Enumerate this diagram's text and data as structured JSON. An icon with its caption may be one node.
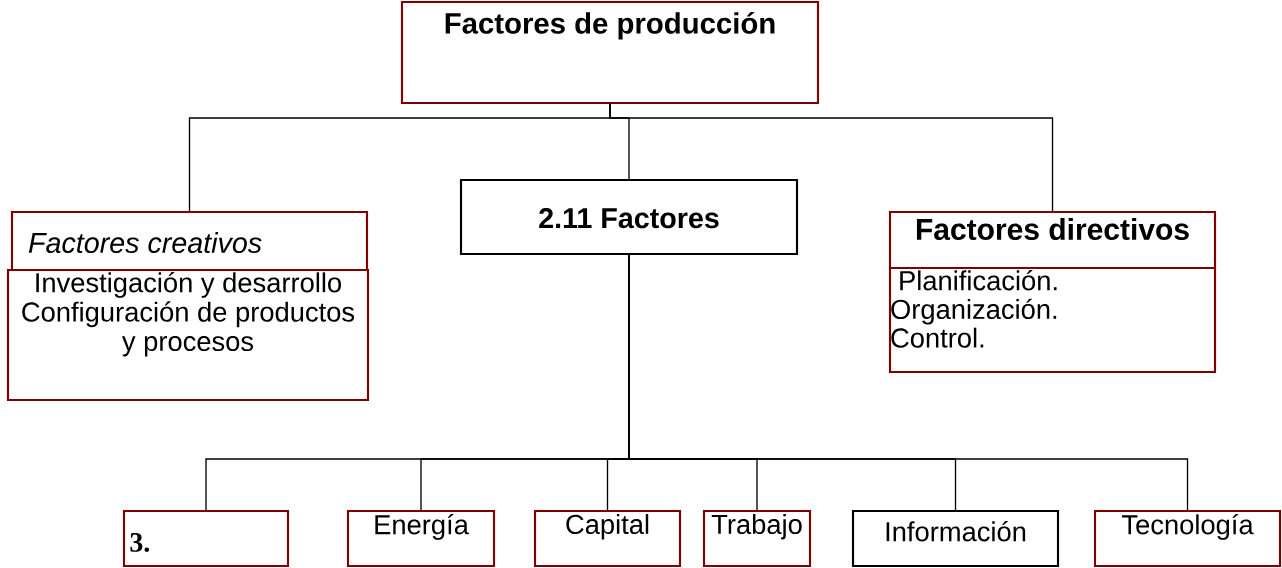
{
  "diagram": {
    "nodes": [
      {
        "text": [
          "Factores de producción"
        ]
      },
      {
        "text": [
          "Factores creativos"
        ]
      },
      {
        "text": [
          "Investigación y desarrollo Configuración de productos y procesos"
        ]
      },
      {
        "text": [
          "2.11 Factores"
        ]
      },
      {
        "text": [
          "Factores directivos"
        ]
      },
      {
        "text": [
          "Planificación. Organización. Control."
        ]
      },
      {
        "text": [
          "3."
        ]
      },
      {
        "text": [
          "Energía"
        ]
      },
      {
        "text": [
          "Capital"
        ]
      },
      {
        "text": [
          "Trabajo"
        ]
      },
      {
        "text": [
          "Información"
        ]
      },
      {
        "text": [
          "Tecnología"
        ]
      }
    ],
    "edges": [
      {
        "from": 0,
        "to": 1,
        "arrow": "none"
      },
      {
        "from": 0,
        "to": 3,
        "arrow": "none"
      },
      {
        "from": 0,
        "to": 4,
        "arrow": "none"
      },
      {
        "from": 3,
        "to": 6,
        "arrow": "none"
      },
      {
        "from": 3,
        "to": 7,
        "arrow": "none"
      },
      {
        "from": 3,
        "to": 8,
        "arrow": "none"
      },
      {
        "from": 3,
        "to": 9,
        "arrow": "none"
      },
      {
        "from": 3,
        "to": 10,
        "arrow": "none"
      },
      {
        "from": 3,
        "to": 11,
        "arrow": "none"
      }
    ]
  }
}
